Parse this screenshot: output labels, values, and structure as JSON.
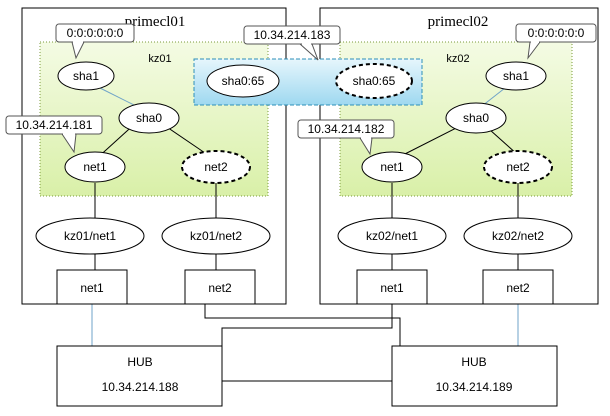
{
  "hosts": [
    {
      "name": "primecl01",
      "zone": "kz01",
      "zone_vnic1": "kz01/net1",
      "zone_vnic2": "kz01/net2",
      "port1": "net1",
      "port2": "net2"
    },
    {
      "name": "primecl02",
      "zone": "kz02",
      "zone_vnic1": "kz02/net1",
      "zone_vnic2": "kz02/net2",
      "port1": "net1",
      "port2": "net2"
    }
  ],
  "zone_nodes": {
    "sha1": "sha1",
    "sha0": "sha0",
    "net1": "net1",
    "net2": "net2",
    "sha1_addr": "0:0:0:0:0:0",
    "net1_addr_kz01": "10.34.214.181",
    "net1_addr_kz02": "10.34.214.182"
  },
  "takeover": {
    "address": "10.34.214.183",
    "left_if": "sha0:65",
    "right_if": "sha0:65"
  },
  "hubs": [
    {
      "label": "HUB",
      "address": "10.34.214.188"
    },
    {
      "label": "HUB",
      "address": "10.34.214.189"
    }
  ],
  "colors": {
    "zone_fill": "#e6f5c2",
    "takeover_fill": "#aee0f5",
    "line": "#000000",
    "blue_link": "#6fa3c8"
  }
}
